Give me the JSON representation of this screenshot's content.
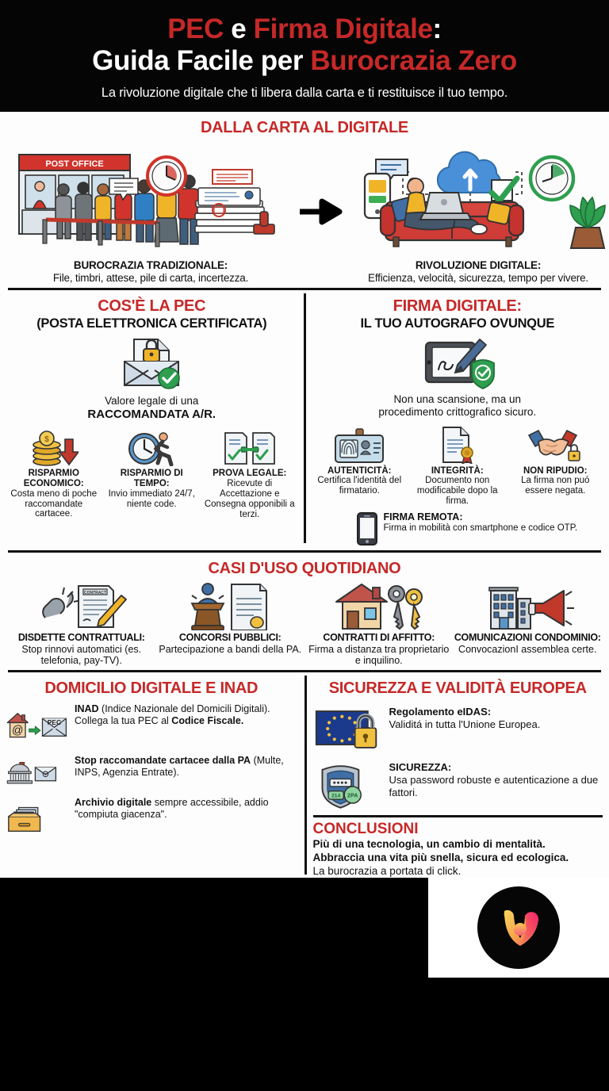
{
  "header": {
    "title_part1_red": "PEC",
    "title_part2_white": " e ",
    "title_part3_red": "Firma Digitale",
    "title_part4_white": ":",
    "title_line2_white": "Guida Facile per ",
    "title_line2_red": "Burocrazia Zero",
    "subtitle": "La rivoluzione digitale che ti libera dalla carta e ti restituisce il tuo tempo."
  },
  "section_paper": {
    "title": "DALLA CARTA AL DIGITALE",
    "left": {
      "caption_bold": "BUROCRAZIA TRADIZIONALE:",
      "caption_text": "File, timbri, attese, pile di carta, incertezza.",
      "sign_label": "POST OFFICE"
    },
    "right": {
      "caption_bold": "RIVOLUZIONE DIGITALE:",
      "caption_text": "Efficienza, velocità, sicurezza, tempo per vivere."
    }
  },
  "section_pec": {
    "title": "COS'È LA PEC",
    "subtitle": "(POSTA ELETTRONICA CERTIFICATA)",
    "lead_line1": "Valore legale di una",
    "lead_line2": "RACCOMANDATA A/R.",
    "items": [
      {
        "heading": "RISPARMIO ECONOMICO:",
        "text": "Costa meno di poche raccomandate cartacee.",
        "icon": "coins-down-arrow-icon"
      },
      {
        "heading": "RISPARMIO DI TEMPO:",
        "text": "Invio immediato 24/7, niente code.",
        "icon": "clock-runner-icon"
      },
      {
        "heading": "PROVA LEGALE:",
        "text": "Ricevute di Accettazione e Consegna opponibili a terzi.",
        "icon": "linked-documents-icon"
      }
    ]
  },
  "section_firma": {
    "title": "FIRMA DIGITALE:",
    "subtitle": "IL TUO AUTOGRAFO OVUNQUE",
    "lead_line1": "Non una scansione, ma un",
    "lead_line2": "procedimento crittografico sicuro.",
    "items": [
      {
        "heading": "AUTENTICITÀ:",
        "text": "Certifica l'identità del firmatario.",
        "icon": "id-card-fingerprint-icon"
      },
      {
        "heading": "INTEGRITÀ:",
        "text": "Documento non modificabile dopo la firma.",
        "icon": "sealed-document-icon"
      },
      {
        "heading": "NON RIPUDIO:",
        "text": "La firma non puó essere negata.",
        "icon": "handshake-lock-icon"
      }
    ],
    "remote": {
      "heading": "FIRMA REMOTA:",
      "text": "Firma in mobilità con smartphone e codice OTP.",
      "icon": "smartphone-icon"
    }
  },
  "section_casi": {
    "title": "CASI D'USO QUOTIDIANO",
    "items": [
      {
        "heading": "DISDETTE CONTRATTUALI:",
        "text": "Stop rinnovi automatici (es. telefonia, pay-TV).",
        "icon": "broken-chain-contract-icon",
        "doc_label": "CONTRACT"
      },
      {
        "heading": "CONCORSI PUBBLICI:",
        "text": "Partecipazione a bandi della PA.",
        "icon": "podium-document-icon"
      },
      {
        "heading": "CONTRATTI DI AFFITTO:",
        "text": "Firma a distanza tra proprietario e inquilino.",
        "icon": "house-keys-icon"
      },
      {
        "heading": "COMUNICAZIONI CONDOMINIO:",
        "text": "ConvocazionI assemblea certe.",
        "icon": "building-megaphone-icon"
      }
    ]
  },
  "section_inad": {
    "title": "DOMICILIO DIGITALE E INAD",
    "envelope_label": "PEC",
    "at_symbol": "@",
    "items": [
      {
        "bold1": "INAD",
        "text1": " (Indice Nazionale del Domicili Digitali). Collega la tua PEC al ",
        "bold2": "Codice Fiscale.",
        "icon": "house-at-envelope-icon"
      },
      {
        "bold1": "Stop raccomandate cartacee dalla PA",
        "text1": " (Multe, INPS, Agenzia Entrate).",
        "bold2": "",
        "icon": "government-envelope-icon"
      },
      {
        "bold1": "Archivio digitale",
        "text1": " sempre accessibile, addio \"compiuta giacenza\".",
        "bold2": "",
        "icon": "file-box-icon"
      }
    ]
  },
  "section_sicurezza": {
    "title": "SICUREZZA E VALIDITÀ EUROPEA",
    "items": [
      {
        "heading": "Regolamento eIDAS:",
        "text": "Validitá in tutta l'Unione Europea.",
        "icon": "eu-flag-lock-icon"
      },
      {
        "heading": "SICUREZZA:",
        "text": "Usa password robuste e autenticazione a due fattori.",
        "icon": "shield-password-2fa-icon",
        "badge1": "214",
        "badge2": "2PA"
      }
    ]
  },
  "section_conclusioni": {
    "title": "CONCLUSIONI",
    "line1": "Più di una tecnologia, un cambio di mentalità.",
    "line2": "Abbraccia una vita più snella, sicura ed ecologica.",
    "line3": "La burocrazia a portata di click."
  },
  "footer": {
    "logo_name": "brand-v-logo"
  },
  "colors": {
    "accent_red": "#C62828",
    "black": "#000000",
    "body_bg": "#FDFDFD",
    "ink": "#111111"
  }
}
